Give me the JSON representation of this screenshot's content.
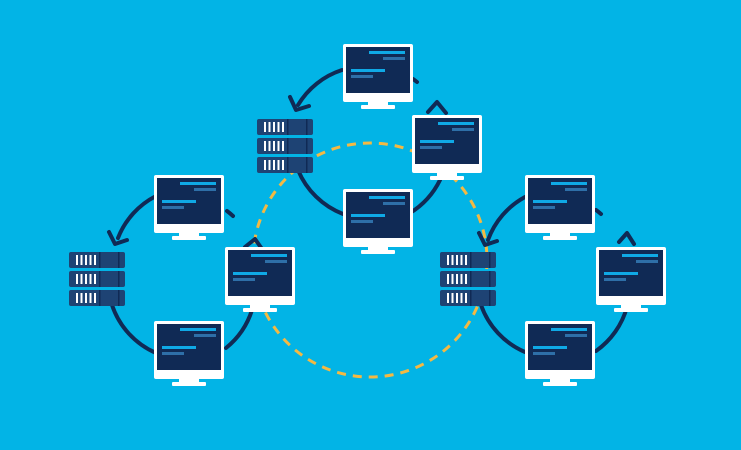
{
  "colors": {
    "background": "#02B4E6",
    "line": "#102A55",
    "dashed_ring": "#F4B942",
    "monitor_bezel": "#FFFFFF",
    "screen": "#102A55",
    "screen_line_bright": "#0FA9E6",
    "screen_line_dim": "#2E6FA8",
    "server_unit": "#1E4374",
    "server_slot": "#FFFFFF"
  },
  "clusters": [
    {
      "id": "cluster-left",
      "server": 1,
      "monitors": 3,
      "arrows": 2
    },
    {
      "id": "cluster-top",
      "server": 1,
      "monitors": 3,
      "arrows": 2
    },
    {
      "id": "cluster-right",
      "server": 1,
      "monitors": 3,
      "arrows": 2
    }
  ],
  "icons": [
    "monitor-icon",
    "server-icon",
    "arrow-icon"
  ]
}
